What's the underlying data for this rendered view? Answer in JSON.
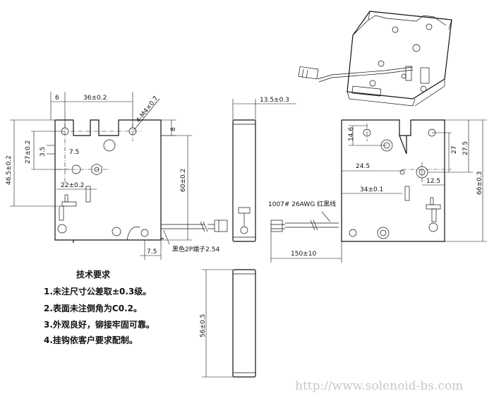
{
  "dims": {
    "d6": "6",
    "d36": "36±0.2",
    "d4m4": "4-M4×0.7",
    "d8": "8",
    "d46": "46.5±0.2",
    "d27a": "27±0.2",
    "d35": "3.5",
    "d75a": "7.5",
    "d22": "22±0.2",
    "d60": "60±0.2",
    "d75b": "7.5",
    "d135": "13.5±0.3",
    "d146": "14.6",
    "d245": "24.5",
    "d27b": "27",
    "d275": "27.5",
    "d66": "66±0.3",
    "d125": "12.5",
    "d34": "34±0.1",
    "d150": "150±10",
    "d56": "56±0.5"
  },
  "labels": {
    "terminal": "黑色2P端子2.54",
    "wire": "1007# 26AWG 红黑线"
  },
  "notes": {
    "title": "技术要求",
    "items": [
      "1.未注尺寸公差取±0.3级。",
      "2.表面未注倒角为C0.2。",
      "3.外观良好，铆接牢固可靠。",
      "4.挂钩依客户要求配制。"
    ]
  },
  "watermark": "http://www.solenoid-bs.com"
}
